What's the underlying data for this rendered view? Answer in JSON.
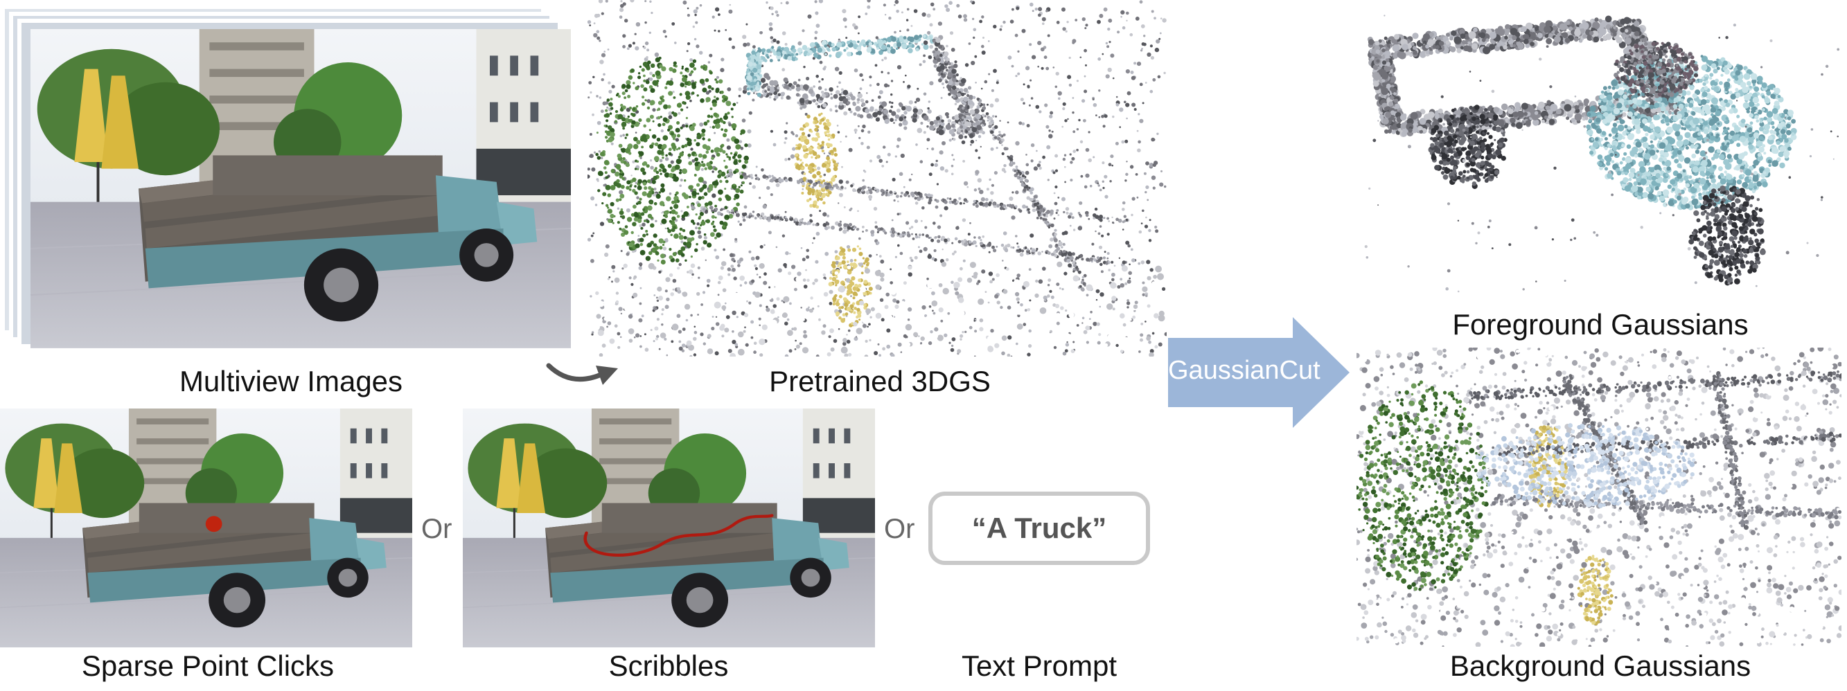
{
  "labels": {
    "multiview": "Multiview Images",
    "pretrained": "Pretrained 3DGS",
    "sparse": "Sparse Point Clicks",
    "scribbles": "Scribbles",
    "text_prompt": "Text Prompt",
    "foreground": "Foreground Gaussians",
    "background": "Background Gaussians",
    "or1": "Or",
    "or2": "Or",
    "method": "GaussianCut",
    "prompt": "“A Truck”"
  },
  "colors": {
    "arrow": "#9cb6d9",
    "click": "#c0240f",
    "scribble": "#b01a10",
    "truck_teal": "#6fa3ad",
    "sky": "#e9eef3"
  }
}
